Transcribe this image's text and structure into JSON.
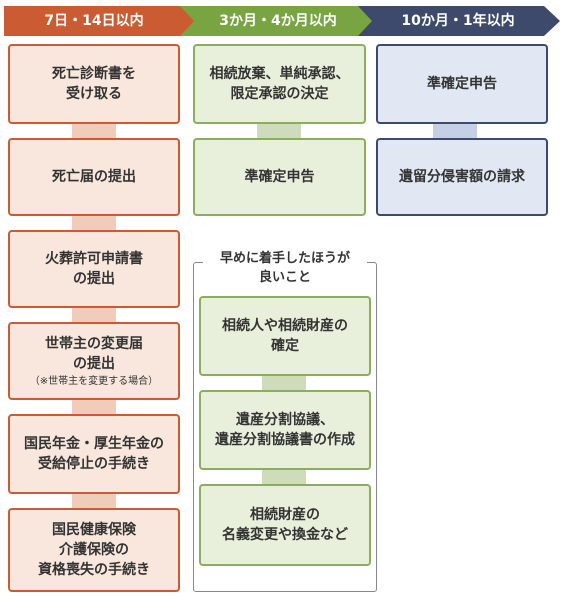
{
  "phases": [
    {
      "label": "7日・14日以内",
      "color": "#cb5b32"
    },
    {
      "label": "3か月・4か月以内",
      "color": "#79a442"
    },
    {
      "label": "10か月・1年以内",
      "color": "#3d4a6b"
    }
  ],
  "column1": [
    {
      "lines": [
        "死亡診断書を",
        "受け取る"
      ]
    },
    {
      "lines": [
        "死亡届の提出"
      ]
    },
    {
      "lines": [
        "火葬許可申請書",
        "の提出"
      ]
    },
    {
      "lines": [
        "世帯主の変更届",
        "の提出"
      ],
      "note": "（※世帯主を変更する場合）"
    },
    {
      "lines": [
        "国民年金・厚生年金の",
        "受給停止の手続き"
      ]
    },
    {
      "lines": [
        "国民健康保険",
        "介護保険の",
        "資格喪失の手続き"
      ]
    }
  ],
  "column2": [
    {
      "lines": [
        "相続放棄、単純承認、",
        "限定承認の決定"
      ]
    },
    {
      "lines": [
        "準確定申告"
      ]
    }
  ],
  "column3": [
    {
      "lines": [
        "準確定申告"
      ]
    },
    {
      "lines": [
        "遺留分侵害額の請求"
      ]
    }
  ],
  "early_group": {
    "title_lines": [
      "早めに着手したほうが",
      "良いこと"
    ],
    "items": [
      {
        "lines": [
          "相続人や相続財産の",
          "確定"
        ]
      },
      {
        "lines": [
          "遺産分割協議、",
          "遺産分割協議書の作成"
        ]
      },
      {
        "lines": [
          "相続財産の",
          "名義変更や換金など"
        ]
      }
    ]
  }
}
